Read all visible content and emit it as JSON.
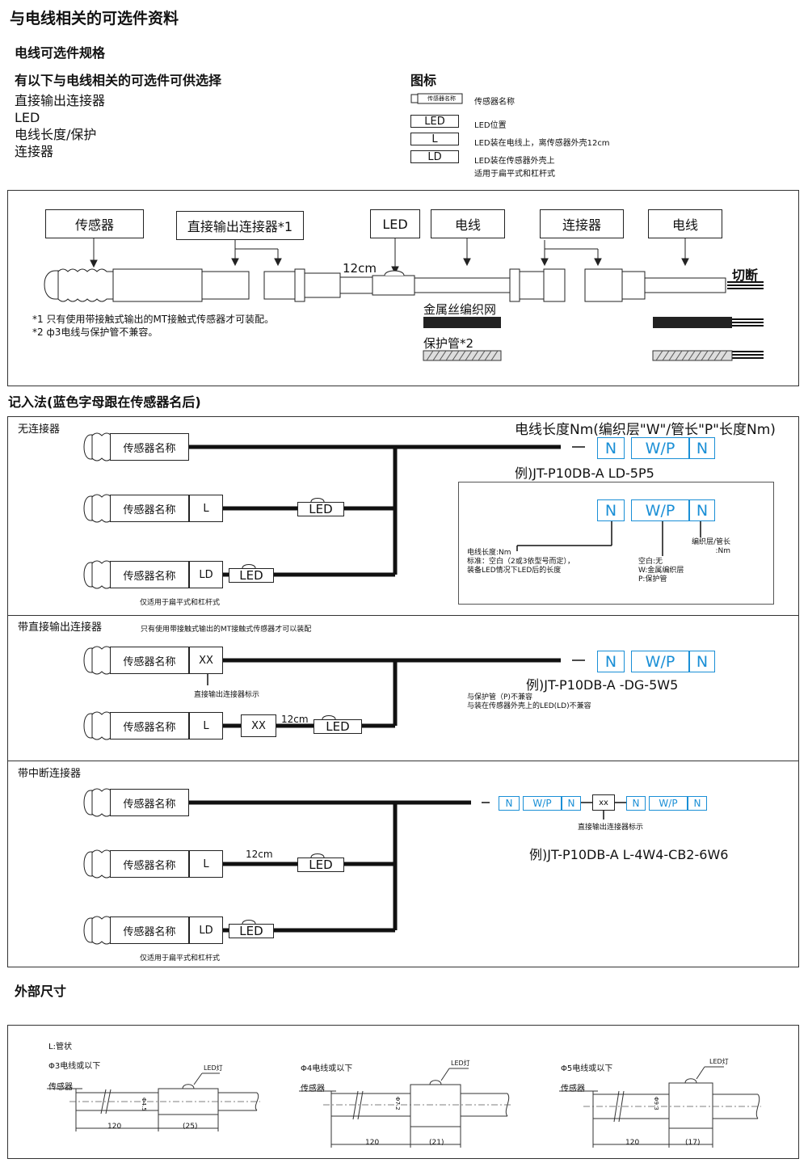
{
  "page": {
    "title": "与电线相关的可选件资料",
    "spec_heading": "电线可选件规格",
    "options_heading": "有以下与电线相关的可选件可供选择",
    "options": [
      "直接输出连接器",
      "LED",
      "电线长度/保护",
      "连接器"
    ],
    "legend_heading": "图标",
    "legend": [
      {
        "icon": "传感器名称",
        "text": "传感器名称"
      },
      {
        "icon": "LED",
        "text": "LED位置"
      },
      {
        "icon": "L",
        "text": "LED装在电线上，离传感器外壳12cm"
      },
      {
        "icon": "LD",
        "text": "LED装在传感器外壳上",
        "text2": "适用于扁平式和杠杆式"
      }
    ]
  },
  "overview": {
    "labels": {
      "sensor": "传感器",
      "direct": "直接输出连接器*1",
      "led": "LED",
      "cable1": "电线",
      "connector": "连接器",
      "cable2": "电线"
    },
    "dim_12cm": "12cm",
    "cut": "切断",
    "braid": "金属丝编织网",
    "tube": "保护管*2",
    "note1": "*1 只有使用带接触式输出的MT接触式传感器才可装配。",
    "note2": "*2  ф3电线与保护管不兼容。"
  },
  "notation": {
    "heading": "记入法(蓝色字母跟在传感器名后)",
    "sensor_name": "传感器名称",
    "L": "L",
    "LD": "LD",
    "LED": "LED",
    "XX": "XX",
    "xx": "xx",
    "dash": "—",
    "N": "N",
    "WP": "W/P",
    "dim_12cm": "12cm",
    "flat_note": "仅适用于扁平式和杠杆式",
    "p1": {
      "title": "无连接器",
      "right_title": "电线长度Nm(编织层\"W\"/管长\"P\"长度Nm)",
      "example": "例)JT-P10DB-A  LD-5P5",
      "ann_len1": "电线长度:Nm",
      "ann_len2": "标准：空白（2或3依型号而定），",
      "ann_len3": "装备LED情况下LED后的长度",
      "ann_wp1": "空白:无",
      "ann_wp2": "W:金属编织层",
      "ann_wp3": "P:保护管",
      "ann_n1": "编织层/管长",
      "ann_n2": ":Nm"
    },
    "p2": {
      "title": "带直接输出连接器",
      "subtitle": "只有使用带接触式输出的MT接触式传感器才可以装配",
      "example": "例)JT-P10DB-A  -DG-5W5",
      "xx_note": "直接输出连接器标示",
      "incompat1": "与保护管（P)不兼容",
      "incompat2": "与装在传感器外壳上的LED(LD)不兼容"
    },
    "p3": {
      "title": "带中断连接器",
      "xx_note": "直接输出连接器标示",
      "example": "例)JT-P10DB-A  L-4W4-CB2-6W6"
    }
  },
  "dimensions": {
    "heading": "外部尺寸",
    "tube_label": "L:管状",
    "led_light": "LED灯",
    "sensor": "传感器",
    "len120": "120",
    "cables": [
      {
        "label": "Φ3电线或以下",
        "dia": "Φ4.5",
        "len": "(25)"
      },
      {
        "label": "Φ4电线或以下",
        "dia": "Φ7.2",
        "len": "(21)"
      },
      {
        "label": "Φ5电线或以下",
        "dia": "Φ9.3",
        "len": "(17)"
      }
    ]
  }
}
